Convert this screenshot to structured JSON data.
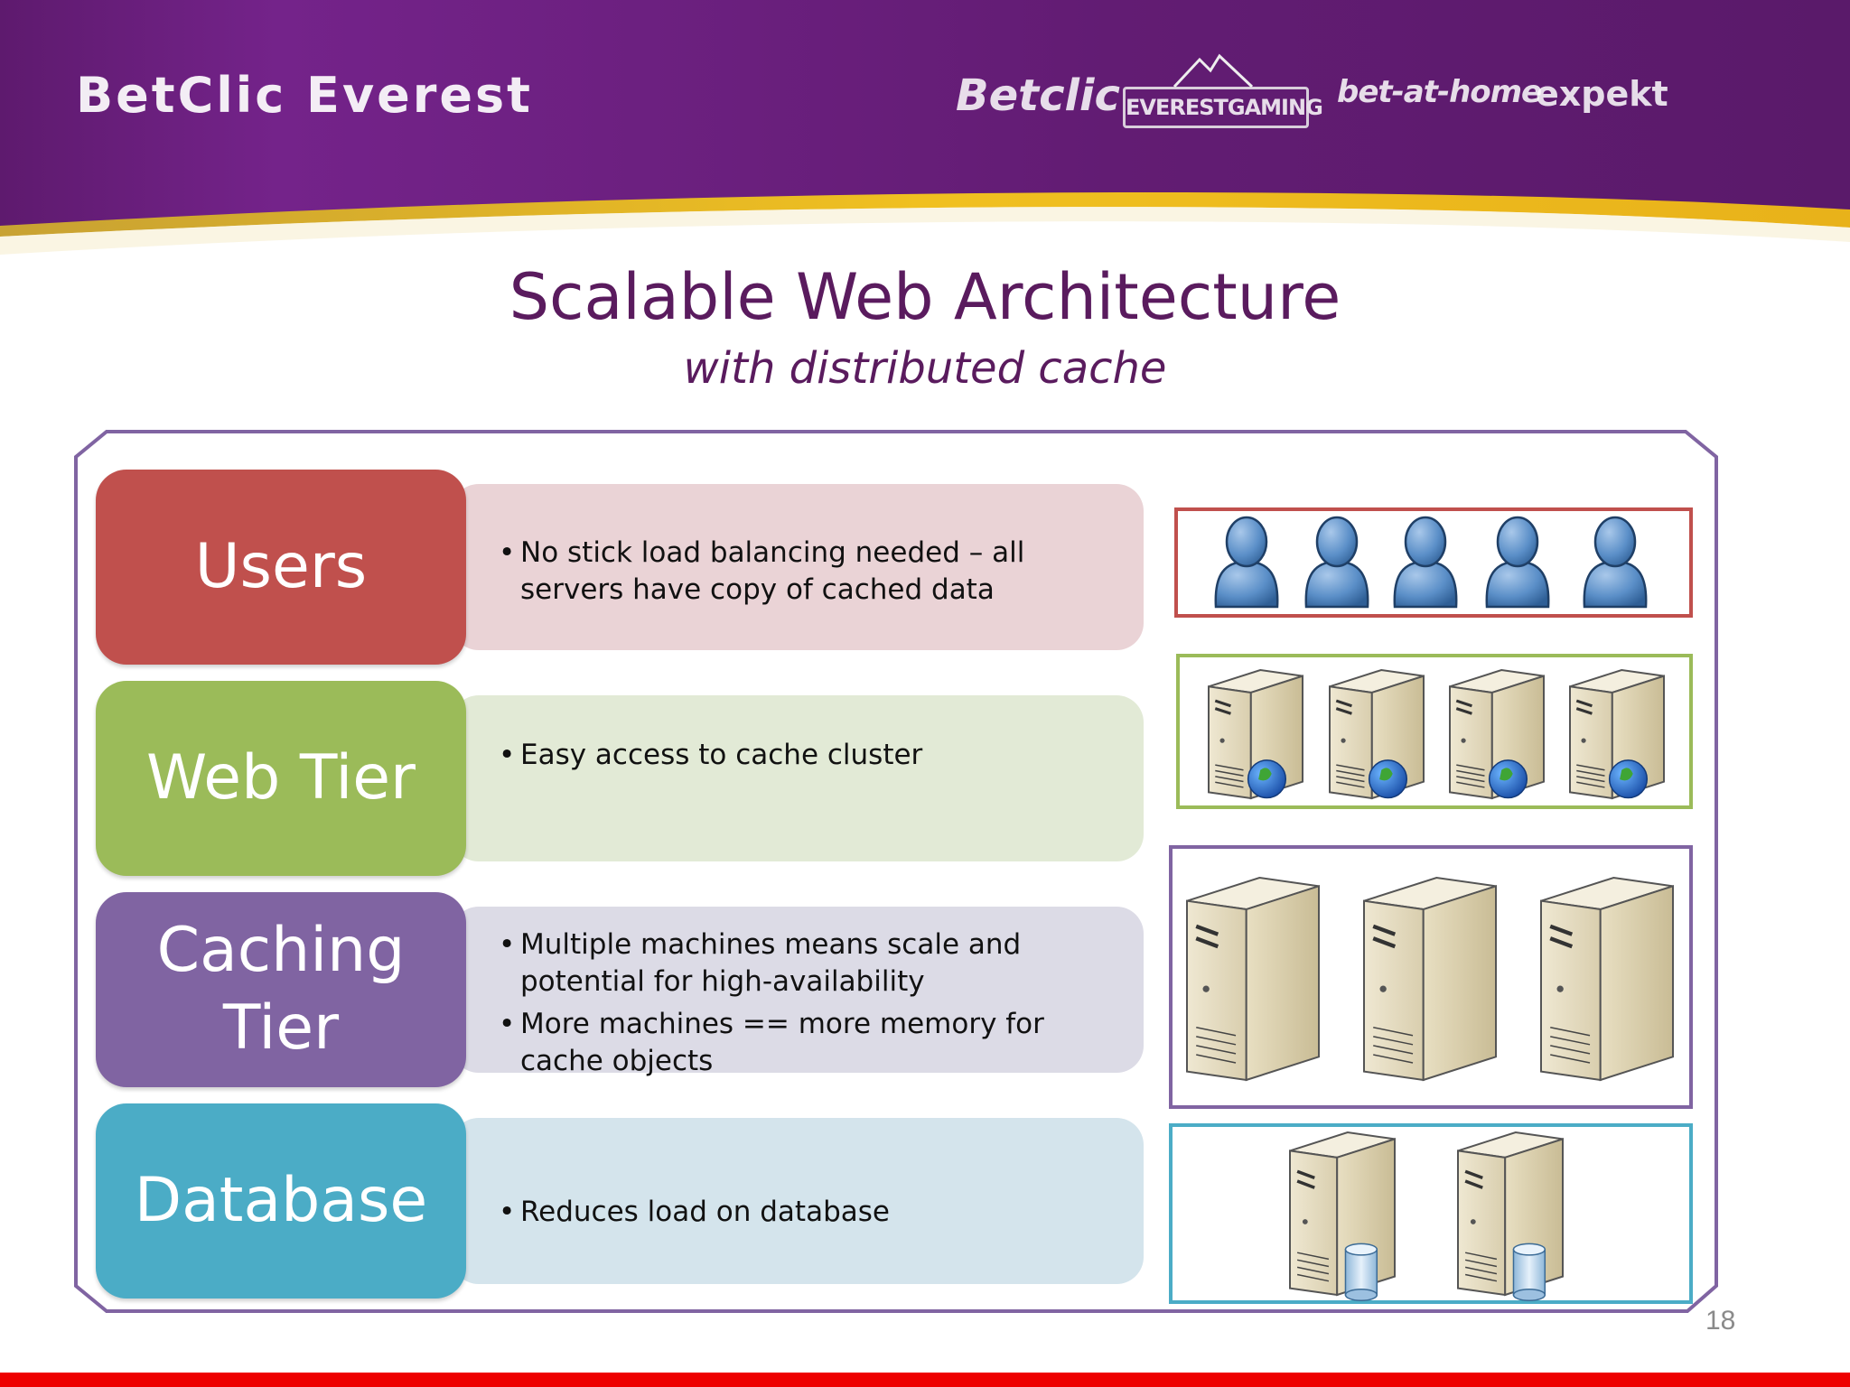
{
  "header": {
    "brand": "BetClic Everest",
    "logos": [
      "Betclic",
      "EVERESTGAMING",
      "bet-at-home",
      "expekt"
    ]
  },
  "slide": {
    "title": "Scalable Web Architecture",
    "subtitle": "with distributed cache",
    "page_number": "18"
  },
  "tiers": [
    {
      "label_lines": [
        "Users"
      ],
      "bullets": [
        "No stick load balancing needed – all servers have copy of cached data"
      ],
      "icon": "user-icon",
      "icon_count": 5,
      "color": "#c0504d",
      "desc_bg": "#ead3d6"
    },
    {
      "label_lines": [
        "Web Tier"
      ],
      "bullets": [
        "Easy access to cache cluster"
      ],
      "icon": "web-server-icon",
      "icon_count": 4,
      "color": "#9bbb59",
      "desc_bg": "#e2ead6"
    },
    {
      "label_lines": [
        "Caching",
        "Tier"
      ],
      "bullets": [
        "Multiple machines means scale and potential for high-availability",
        "More machines == more memory for cache objects"
      ],
      "icon": "cache-server-icon",
      "icon_count": 3,
      "color": "#8064a2",
      "desc_bg": "#dcdbe6"
    },
    {
      "label_lines": [
        "Database"
      ],
      "bullets": [
        "Reduces load on database"
      ],
      "icon": "database-server-icon",
      "icon_count": 2,
      "color": "#4bacc6",
      "desc_bg": "#d4e4ec"
    }
  ],
  "colors": {
    "header_purple": "#6b1f7c",
    "header_gold": "#e6b422",
    "title_purple": "#5a1b5e",
    "frame_purple": "#8064a2",
    "footer_red": "#ee0000"
  }
}
